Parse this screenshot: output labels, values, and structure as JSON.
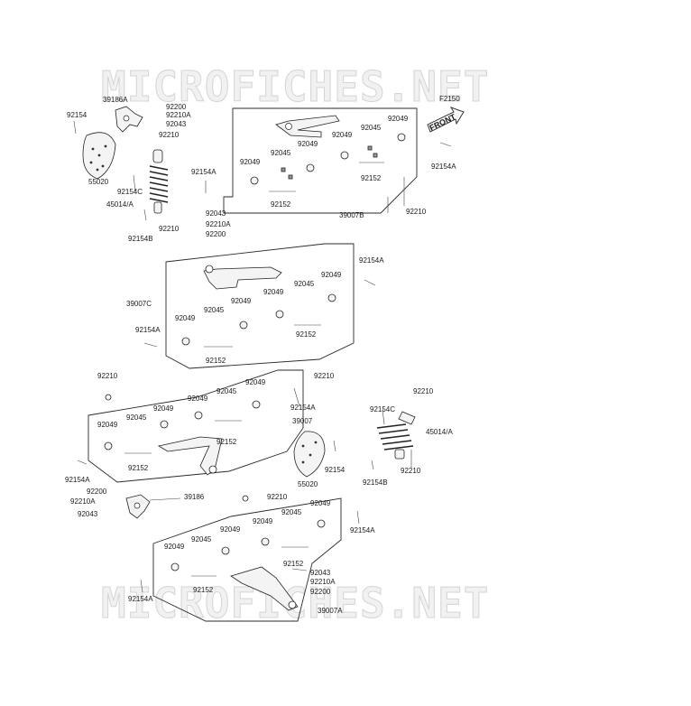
{
  "watermark": "MICROFICHES.NET",
  "figure_code": "F2150",
  "front_arrow_label": "FRONT",
  "labels": {
    "l01": "39186A",
    "l02": "92200",
    "l03": "92210A",
    "l04": "92043",
    "l05": "92154",
    "l06": "92210",
    "l07": "55020",
    "l08": "92154C",
    "l09": "45014/A",
    "l10": "92154A",
    "l11": "92154B",
    "l12": "92210",
    "l13": "92043",
    "l14": "92210A",
    "l15": "92200",
    "l16": "92049",
    "l17": "92045",
    "l18": "92049",
    "l19": "92049",
    "l20": "92045",
    "l21": "92049",
    "l22": "92152",
    "l23": "92152",
    "l24": "39007B",
    "l25": "92154A",
    "l26": "92210",
    "l27": "92154A",
    "l28": "92049",
    "l29": "92045",
    "l30": "39007C",
    "l31": "92049",
    "l32": "92049",
    "l33": "92045",
    "l34": "92049",
    "l35": "92152",
    "l36": "92154A",
    "l37": "92152",
    "l38": "92210",
    "l39": "92210",
    "l40": "92049",
    "l41": "92045",
    "l42": "92049",
    "l43": "92049",
    "l44": "92045",
    "l45": "92049",
    "l46": "39007",
    "l47": "92154A",
    "l48": "92152",
    "l49": "92152",
    "l50": "92154A",
    "l51": "92210",
    "l52": "92154C",
    "l53": "45014/A",
    "l54": "92154B",
    "l55": "92210",
    "l56": "55020",
    "l57": "92154",
    "l58": "92200",
    "l59": "92210A",
    "l60": "92043",
    "l61": "39186",
    "l62": "92210",
    "l63": "92049",
    "l64": "92045",
    "l65": "92049",
    "l66": "92049",
    "l67": "92049",
    "l68": "92045",
    "l69": "92154A",
    "l70": "92152",
    "l71": "92043",
    "l72": "92210A",
    "l73": "92200",
    "l74": "92154A",
    "l75": "92152",
    "l76": "39007A"
  }
}
